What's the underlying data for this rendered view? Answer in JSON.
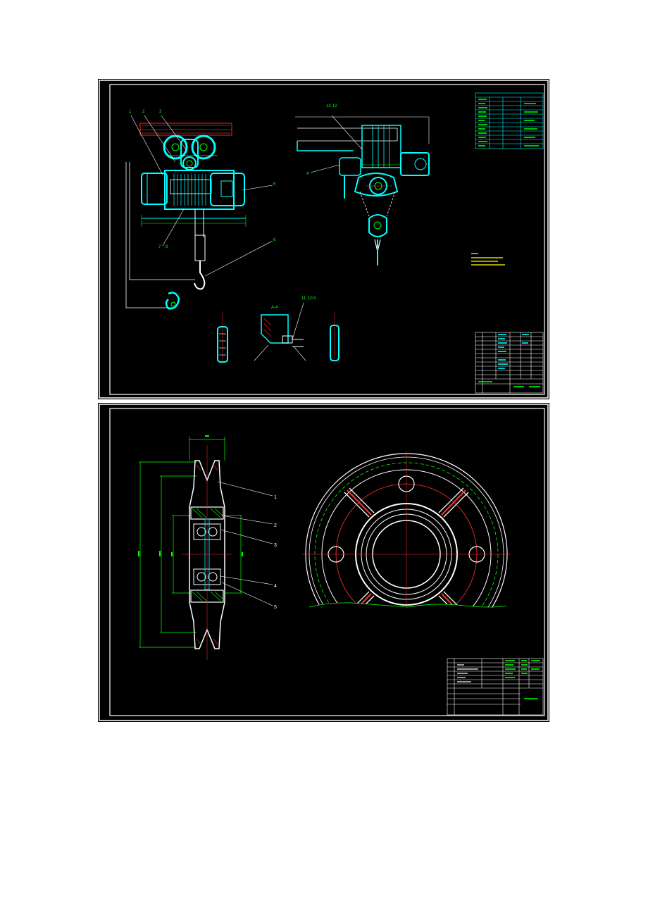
{
  "sheet1": {
    "balloons": [
      "1",
      "2",
      "3",
      "13",
      "12",
      "4",
      "5",
      "6",
      "7",
      "8",
      "11",
      "10",
      "9"
    ],
    "section_mark": "A-A"
  },
  "sheet2": {
    "balloons": [
      "1",
      "2",
      "3",
      "4",
      "5"
    ]
  },
  "colors": {
    "background": "#000000",
    "frame": "#ffffff",
    "cyan": "#00ffff",
    "green": "#00ff00",
    "red": "#ff0000",
    "yellow": "#ffff00"
  }
}
